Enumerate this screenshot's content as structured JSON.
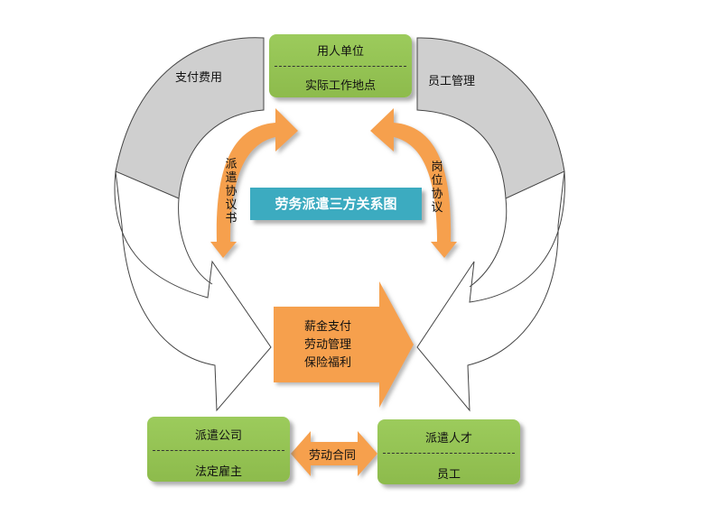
{
  "employer_box": {
    "top": "用人单位",
    "bottom": "实际工作地点"
  },
  "agency_box": {
    "top": "派遣公司",
    "bottom": "法定雇主"
  },
  "talent_box": {
    "top": "派遣人才",
    "bottom": "员工"
  },
  "left_arc_label": "支付费用",
  "right_arc_label": "员工管理",
  "left_arrow_label": "派遣协议书",
  "right_arrow_label": "岗位协议",
  "center_title": "劳务派遣三方关系图",
  "big_arrow_lines": [
    "薪金支付",
    "劳动管理",
    "保险福利"
  ],
  "contract_label": "劳动合同",
  "colors": {
    "green": "#9ccb5c",
    "orange": "#f6a04d",
    "teal": "#3cabc0",
    "gray": "#cfcfcf"
  }
}
